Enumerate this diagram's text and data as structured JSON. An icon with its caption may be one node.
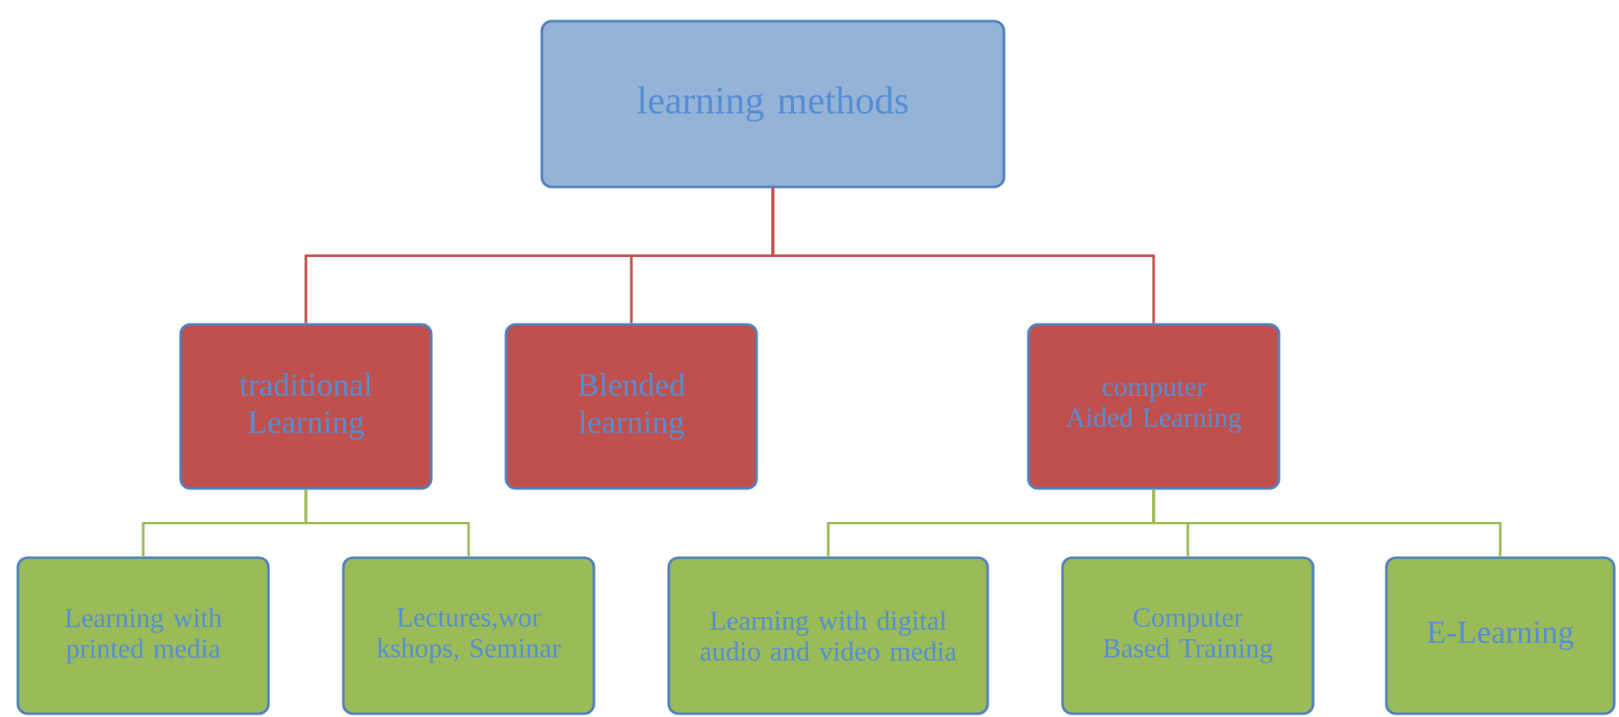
{
  "diagram": {
    "nodes": [
      {
        "text": [
          "learning methods"
        ]
      },
      {
        "text": [
          "traditional Learning"
        ]
      },
      {
        "text": [
          "Blended learning"
        ]
      },
      {
        "text": [
          "computer Aided Learning"
        ]
      },
      {
        "text": [
          "Learning with printed media"
        ]
      },
      {
        "text": [
          "Lectures,wor kshops, Seminar"
        ]
      },
      {
        "text": [
          "Learning with digital audio and video media"
        ]
      },
      {
        "text": [
          "Computer Based Training"
        ]
      },
      {
        "text": [
          "E-Learning"
        ]
      }
    ],
    "edges": [
      {
        "from": 0,
        "to": 1,
        "arrow": "none",
        "color": "#c0504d"
      },
      {
        "from": 0,
        "to": 2,
        "arrow": "none",
        "color": "#c0504d"
      },
      {
        "from": 0,
        "to": 3,
        "arrow": "none",
        "color": "#c0504d"
      },
      {
        "from": 1,
        "to": 4,
        "arrow": "none",
        "color": "#9bbb59"
      },
      {
        "from": 1,
        "to": 5,
        "arrow": "none",
        "color": "#9bbb59"
      },
      {
        "from": 3,
        "to": 6,
        "arrow": "none",
        "color": "#9bbb59"
      },
      {
        "from": 3,
        "to": 7,
        "arrow": "none",
        "color": "#9bbb59"
      },
      {
        "from": 3,
        "to": 8,
        "arrow": "none",
        "color": "#9bbb59"
      }
    ]
  }
}
